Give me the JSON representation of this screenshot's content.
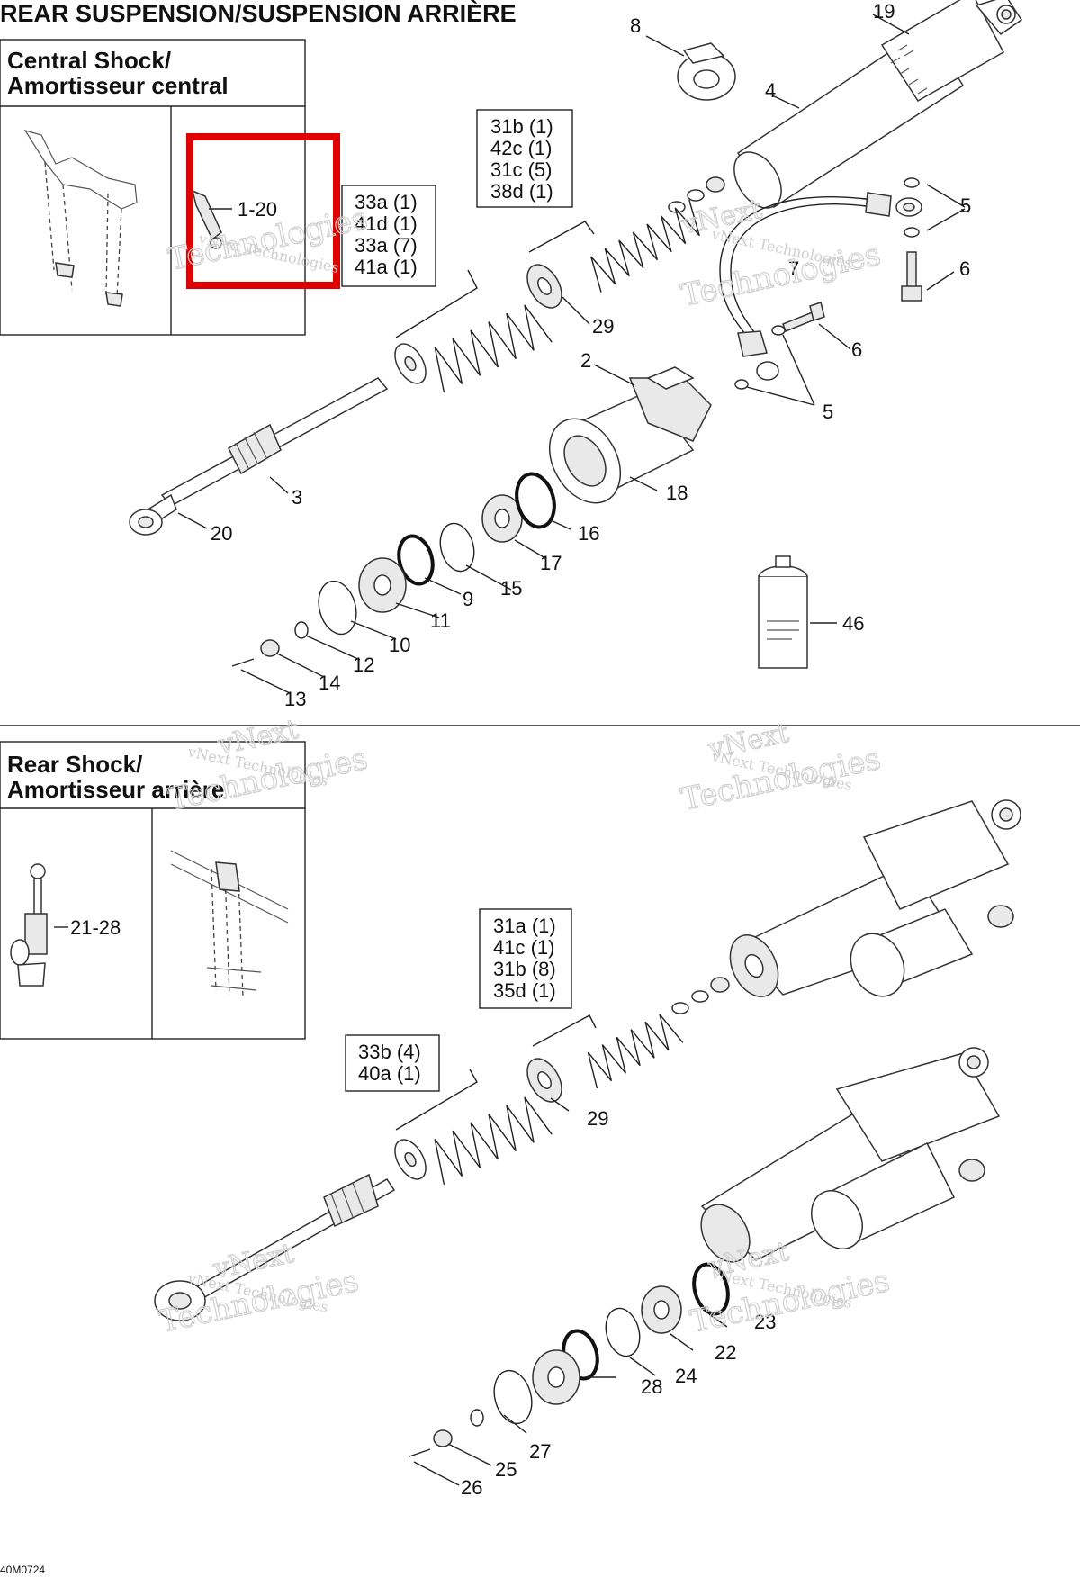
{
  "page_title": "REAR SUSPENSION/SUSPENSION ARRIÈRE",
  "diagram_code": "40M0724",
  "watermark": {
    "line1": "vNext Technologies",
    "line2": "Technologies",
    "line3": "vNext"
  },
  "highlight_color": "#e00000",
  "central_shock": {
    "heading_line1": "Central Shock/",
    "heading_line2": "Amortisseur central",
    "inset_ref": "1-20",
    "kit_upper": [
      "31b (1)",
      "42c (1)",
      "31c (5)",
      "38d (1)"
    ],
    "kit_lower": [
      "33a (1)",
      "41d (1)",
      "33a (7)",
      "41a (1)"
    ],
    "callouts": [
      "2",
      "3",
      "4",
      "5",
      "5",
      "6",
      "6",
      "7",
      "8",
      "9",
      "10",
      "11",
      "12",
      "13",
      "14",
      "15",
      "16",
      "17",
      "18",
      "19",
      "20",
      "29",
      "46"
    ]
  },
  "rear_shock": {
    "heading_line1": "Rear Shock/",
    "heading_line2": "Amortisseur arrière",
    "inset_ref": "21-28",
    "kit_upper": [
      "31a (1)",
      "41c (1)",
      "31b (8)",
      "35d (1)"
    ],
    "kit_lower": [
      "33b (4)",
      "40a (1)"
    ],
    "callouts": [
      "22",
      "23",
      "24",
      "25",
      "26",
      "27",
      "28",
      "29"
    ]
  }
}
